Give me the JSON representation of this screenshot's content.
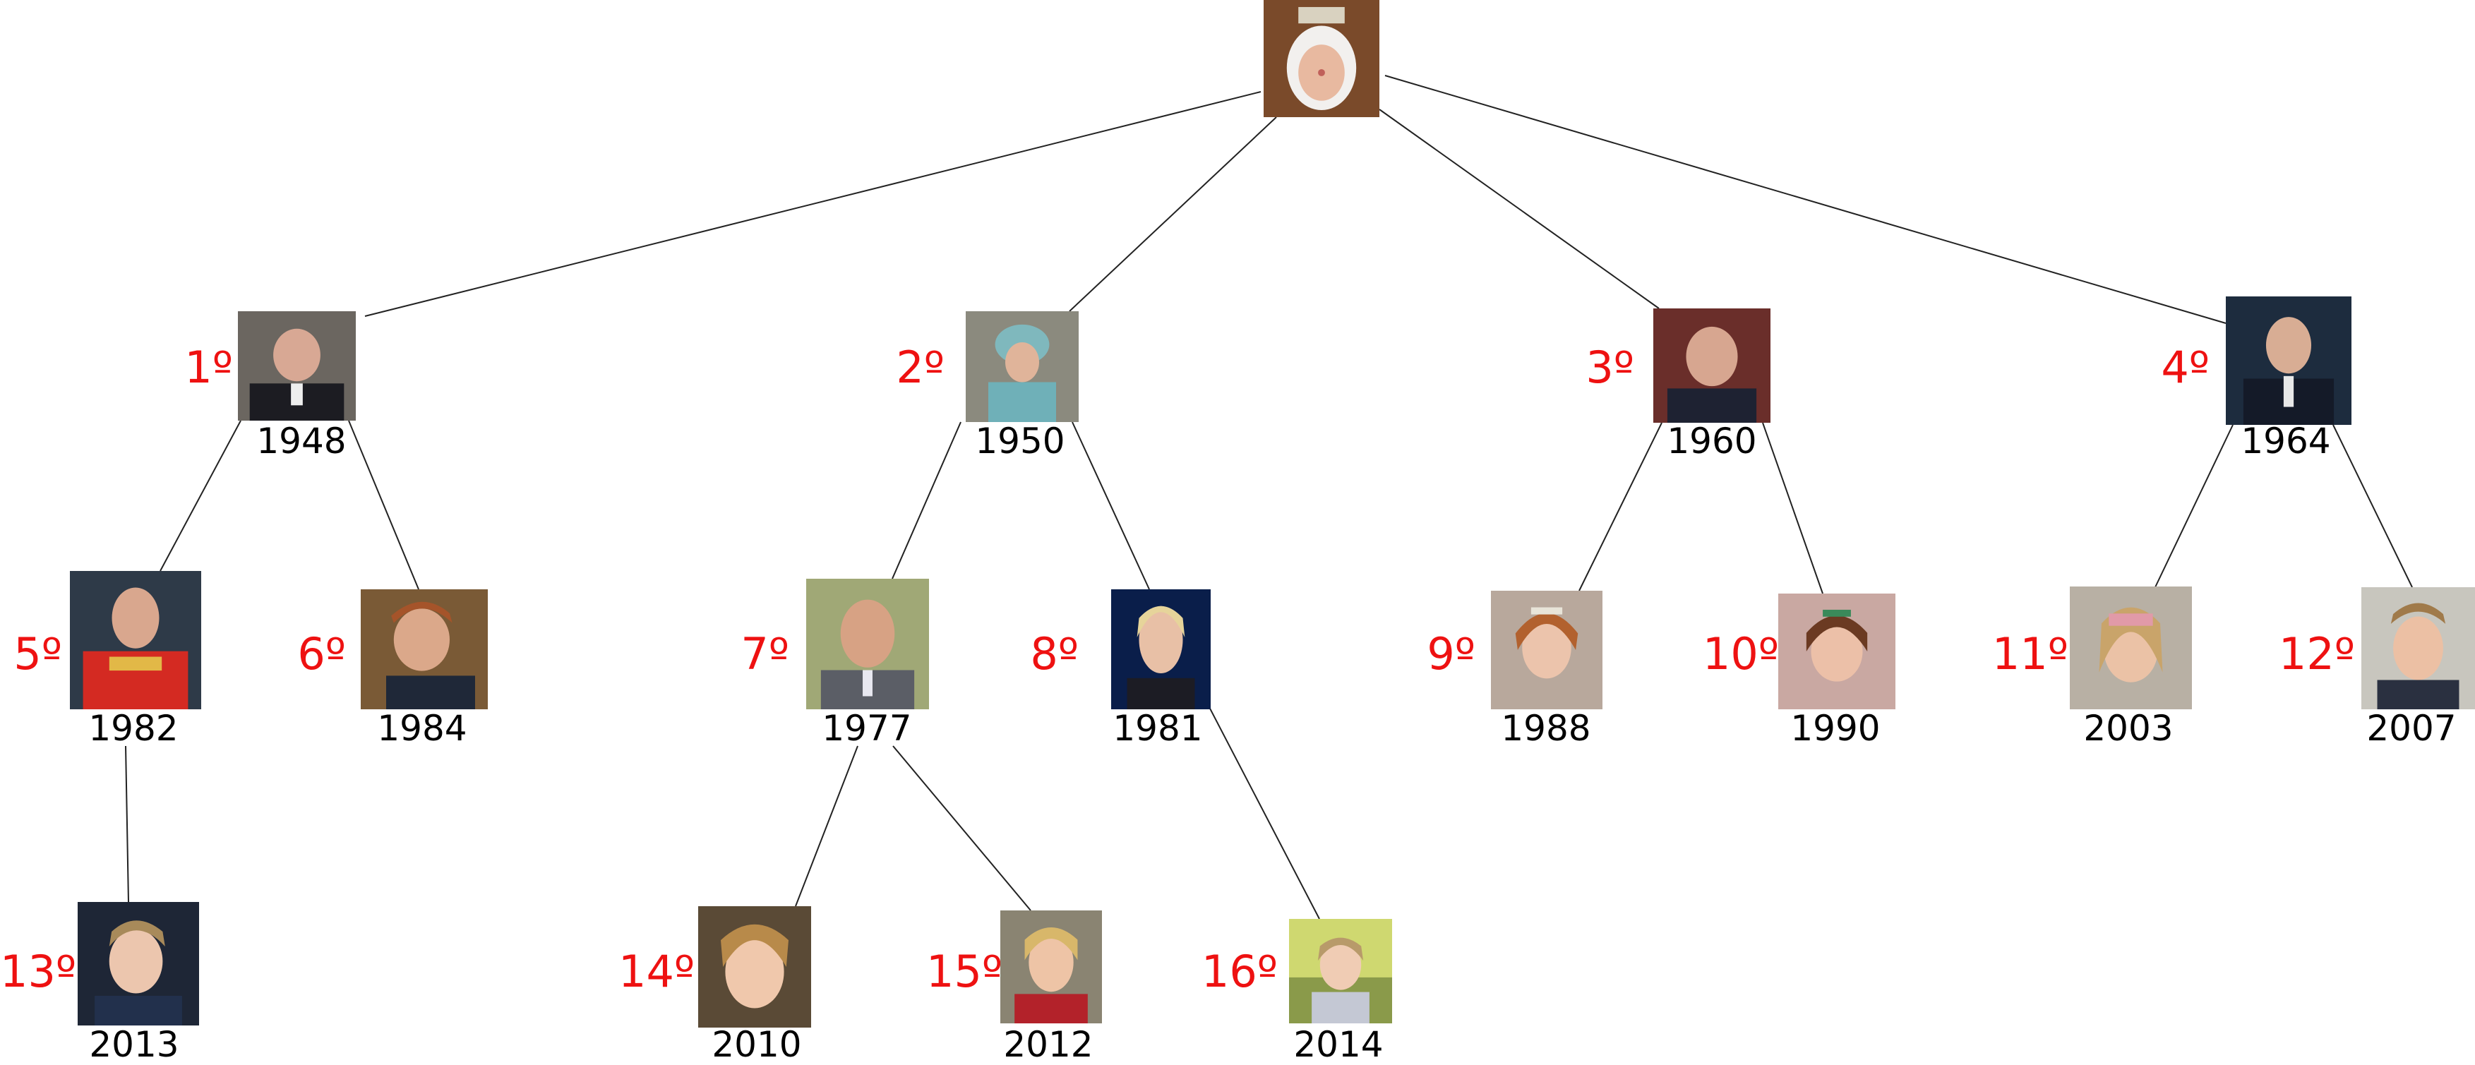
{
  "colors": {
    "rank": "#ee1111",
    "year": "#000000",
    "edge": "#222222",
    "background": "#ffffff"
  },
  "tree": {
    "root": {
      "id": "root",
      "rank": "",
      "year": "",
      "icon": "portrait-root"
    },
    "members": [
      {
        "id": "m1",
        "rank": "1º",
        "year": "1948",
        "parent": "root",
        "icon": "portrait"
      },
      {
        "id": "m2",
        "rank": "2º",
        "year": "1950",
        "parent": "root",
        "icon": "portrait"
      },
      {
        "id": "m3",
        "rank": "3º",
        "year": "1960",
        "parent": "root",
        "icon": "portrait"
      },
      {
        "id": "m4",
        "rank": "4º",
        "year": "1964",
        "parent": "root",
        "icon": "portrait"
      },
      {
        "id": "m5",
        "rank": "5º",
        "year": "1982",
        "parent": "m1",
        "icon": "portrait"
      },
      {
        "id": "m6",
        "rank": "6º",
        "year": "1984",
        "parent": "m1",
        "icon": "portrait"
      },
      {
        "id": "m7",
        "rank": "7º",
        "year": "1977",
        "parent": "m2",
        "icon": "portrait"
      },
      {
        "id": "m8",
        "rank": "8º",
        "year": "1981",
        "parent": "m2",
        "icon": "portrait"
      },
      {
        "id": "m9",
        "rank": "9º",
        "year": "1988",
        "parent": "m3",
        "icon": "portrait"
      },
      {
        "id": "m10",
        "rank": "10º",
        "year": "1990",
        "parent": "m3",
        "icon": "portrait"
      },
      {
        "id": "m11",
        "rank": "11º",
        "year": "2003",
        "parent": "m4",
        "icon": "portrait"
      },
      {
        "id": "m12",
        "rank": "12º",
        "year": "2007",
        "parent": "m4",
        "icon": "portrait"
      },
      {
        "id": "m13",
        "rank": "13º",
        "year": "2013",
        "parent": "m5",
        "icon": "portrait"
      },
      {
        "id": "m14",
        "rank": "14º",
        "year": "2010",
        "parent": "m7",
        "icon": "portrait"
      },
      {
        "id": "m15",
        "rank": "15º",
        "year": "2012",
        "parent": "m7",
        "icon": "portrait"
      },
      {
        "id": "m16",
        "rank": "16º",
        "year": "2014",
        "parent": "m8",
        "icon": "portrait"
      }
    ]
  }
}
